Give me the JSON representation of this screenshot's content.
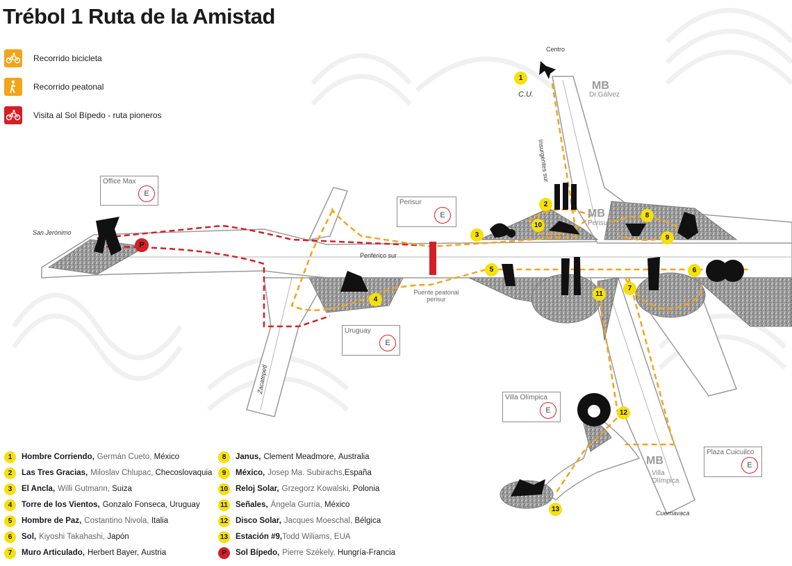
{
  "title": "Trébol 1 Ruta de la Amistad",
  "legend": [
    {
      "label": "Recorrido bicicleta",
      "color": "#f2a41a",
      "icon": "bicycle-icon"
    },
    {
      "label": "Recorrido peatonal",
      "color": "#f2a41a",
      "icon": "pedestrian-icon"
    },
    {
      "label": "Visita al Sol Bípedo - ruta pioneros",
      "color": "#d31f26",
      "icon": "bicycle-icon"
    }
  ],
  "colors": {
    "road": "#ffffff",
    "road_edge": "#9a9a9a",
    "route_orange": "#f2a41a",
    "route_red": "#d31f26",
    "station_yellow": "#f6e00a",
    "gravel": "#8d8d8d"
  },
  "map_labels": {
    "centro": "Centro",
    "cu": "C.U.",
    "insurgentes": "Insurgentes sur",
    "dr_galvez": "Dr.Gálvez",
    "perisur_mb": "Perisur",
    "san_jeronimo": "San Jerónimo",
    "periferico": "Periférico sur",
    "puente": "Puente peatonal perisur",
    "zacatepetl": "Zacatepetl",
    "villa_olimpica_mb": "Villa Olímpica",
    "cuernavaca": "Cuernavaca",
    "mb_logo": "MB"
  },
  "places": [
    {
      "name": "Office Max",
      "badge": "E"
    },
    {
      "name": "Perisur",
      "badge": "E"
    },
    {
      "name": "Uruguay",
      "badge": "E"
    },
    {
      "name": "Villa Olímpica",
      "badge": "E"
    },
    {
      "name": "Plaza Cuicuilco",
      "badge": "E"
    }
  ],
  "stations_col1": [
    {
      "n": "1",
      "name": "Hombre Corriendo,",
      "author": "Germán Cueto,",
      "country": "México"
    },
    {
      "n": "2",
      "name": "Las Tres Gracias,",
      "author": "Miloslav Chlupac,",
      "country": "Checoslovaquia"
    },
    {
      "n": "3",
      "name": "El Ancla,",
      "author": "Willi Gutmann,",
      "country": "Suiza"
    },
    {
      "n": "4",
      "name": "Torre de los Vientos,",
      "author": "Gonzalo Fonseca,",
      "country": "Uruguay"
    },
    {
      "n": "5",
      "name": "Hombre de Paz,",
      "author": "Costantino Nivola,",
      "country": "Italia"
    },
    {
      "n": "6",
      "name": "Sol,",
      "author": "Kiyoshi Takahashi,",
      "country": "Japón"
    },
    {
      "n": "7",
      "name": "Muro Articulado,",
      "author": "Herbert Bayer,",
      "country": "Austria"
    }
  ],
  "stations_col2": [
    {
      "n": "8",
      "name": "Janus,",
      "author": "Clement Meadmore,",
      "country": "Australia"
    },
    {
      "n": "9",
      "name": "México,",
      "author": "Josep Ma. Subirachs,",
      "country": "España"
    },
    {
      "n": "10",
      "name": "Reloj Solar,",
      "author": "Grzegorz Kowalski,",
      "country": "Polonia"
    },
    {
      "n": "11",
      "name": "Señales,",
      "author": "Ángela Gurria,",
      "country": "México"
    },
    {
      "n": "12",
      "name": "Disco Solar,",
      "author": "Jacques Moeschal,",
      "country": "Bélgica"
    },
    {
      "n": "13",
      "name": "Estación #9,",
      "author": "Todd Wiliams,",
      "country": "EUA"
    },
    {
      "n": "P",
      "name": "Sol Bípedo,",
      "author": "Pierre Székely,",
      "country": "Hungría-Francia"
    }
  ],
  "map_markers": [
    "1",
    "2",
    "3",
    "4",
    "5",
    "6",
    "7",
    "8",
    "9",
    "10",
    "11",
    "12",
    "13"
  ],
  "pioneer_marker": "P"
}
